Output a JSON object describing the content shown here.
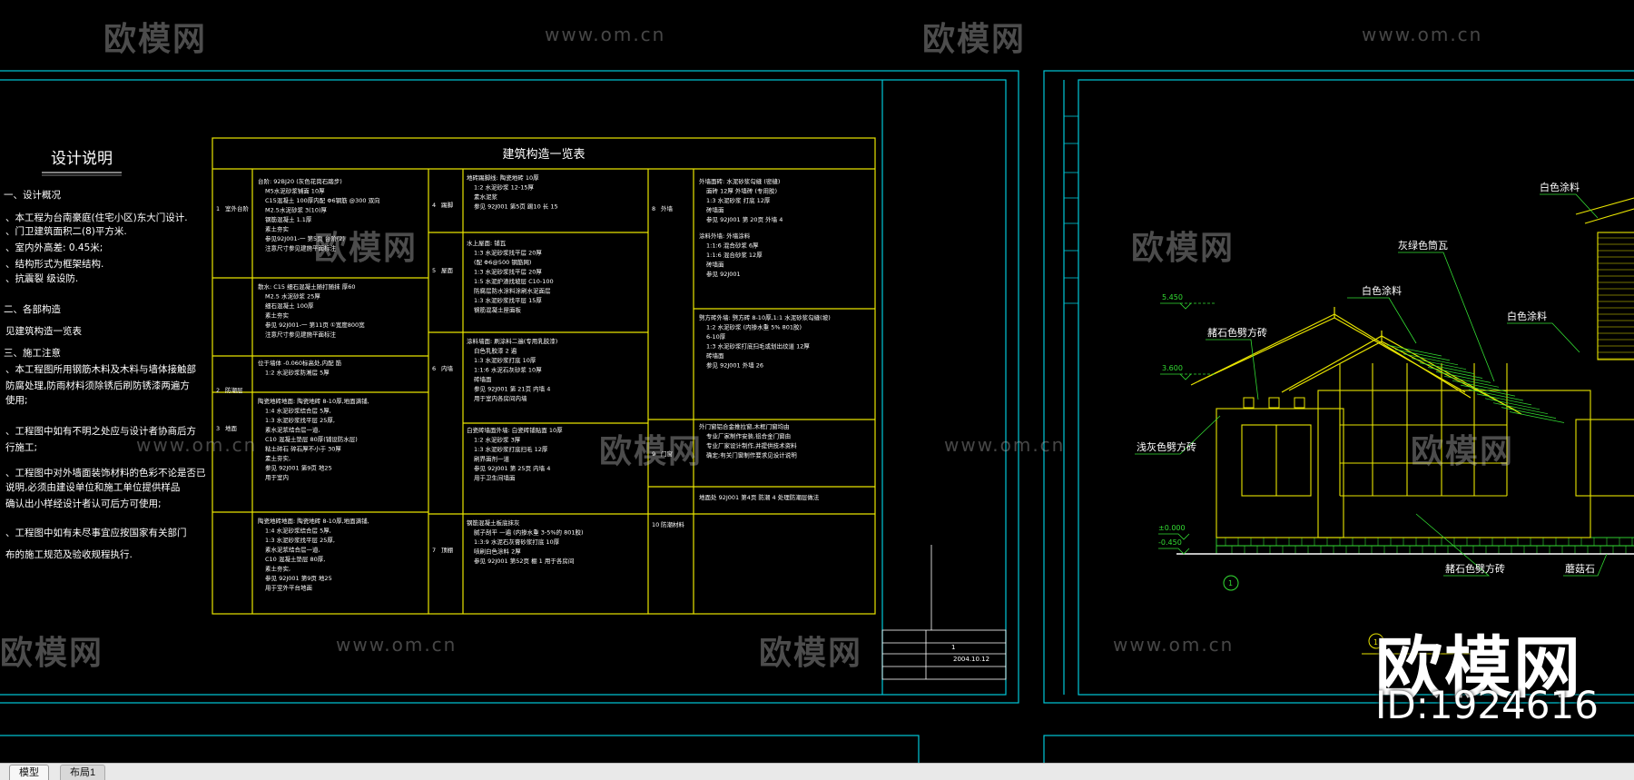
{
  "tabs": [
    {
      "label": "模型",
      "active": true
    },
    {
      "label": "布局1",
      "active": false
    }
  ],
  "watermark": {
    "brand": "欧模网",
    "url": "www.om.cn",
    "id_text": "ID:1924616"
  },
  "design_notes": {
    "title": "设计说明",
    "lines": [
      "一、设计概况",
      "、本工程为台南豪庭(住宅小区)东大门设计.",
      "、门卫建筑面积二(8)平方米.",
      "、室内外高差: 0.45米;",
      "、结构形式为框架结构.",
      "、抗震裂 级设防.",
      "二、各部构造",
      "见建筑构造一览表",
      "三、施工注意",
      "、本工程图所用钢筋木料及木料与墙体接触部",
      "防腐处理,防雨材料须除锈后刷防锈漆两遍方",
      "使用;",
      "、工程图中如有不明之处应与设计者协商后方",
      "行施工;",
      "、工程图中对外墙面装饰材料的色彩不论是否已",
      "说明,必须由建设单位和施工单位提供样品",
      "确认出小样经设计者认可后方可使用;",
      "、工程图中如有未尽事宜应按国家有关部门",
      "布的施工规范及验收规程执行."
    ]
  },
  "construction_table": {
    "title": "建筑构造一览表",
    "sections": [
      {
        "no": "1",
        "name": "室外台阶",
        "items": [
          "台阶: 92BJ20 (灰色花岗石踏步)",
          "M5水泥砂浆铺面 10厚",
          "C15混凝土 100厚内配 Φ6钢筋 @300 双向",
          "M2.5水泥砂浆 3(10)厚",
          "钢筋混凝土 1.1厚",
          "素土夯实",
          "参见92J001-一 第5页 台阶(2)",
          "注意尺寸参见建施平面标注"
        ]
      },
      {
        "no": "",
        "name": "",
        "items": [
          "散水: C15 细石混凝土随打随抹 厚60",
          "M2.5 水泥砂浆 25厚",
          "细石混凝土 100厚",
          "素土夯实",
          "参见 92J001-一 第11页 ①宽度800宽",
          "注意尺寸参见建施平面标注"
        ]
      },
      {
        "no": "2",
        "name": "防潮层",
        "items": [
          "位于墙体 -0.060标高处,内配 筋",
          "1:2 水泥砂浆防潮层 5厚"
        ]
      },
      {
        "no": "3",
        "name": "地面",
        "items": [
          "陶瓷地砖地面: 陶瓷地砖 8-10厚,地面满铺,",
          "1:4 水泥砂浆结合层 5厚,",
          "1:3 水泥砂浆找平层 25厚,",
          "素水泥浆结合层一道,",
          "C10 混凝土垫层 80厚(铺设防水层)",
          "粘土碎石 碎石厚不小于 30厚",
          "素土夯实,",
          "参见 92J001 第9页 地25",
          "用于室内"
        ]
      },
      {
        "no": "",
        "name": "",
        "items": [
          "陶瓷地砖地面: 陶瓷地砖 8-10厚,地面满铺,",
          "1:4 水泥砂浆结合层 5厚,",
          "1:3 水泥砂浆找平层 25厚,",
          "素水泥浆结合层一道,",
          "C10 混凝土垫层 80厚,",
          "素土夯实,",
          "参见 92J001 第9页 地25",
          "用于室外平台地面"
        ]
      },
      {
        "no": "4",
        "name": "踢脚",
        "items": [
          "地砖踢脚线: 陶瓷地砖 10厚",
          "1:2 水泥砂浆 12-15厚",
          "素水泥浆",
          "参见 92J001 第5页 踢10 长 15"
        ]
      },
      {
        "no": "5",
        "name": "屋面",
        "items": [
          "水上屋面: 铺瓦",
          "1:3 水泥砂浆找平层 20厚",
          "(配 Φ6@500 钢筋网)",
          "1:3 水泥砂浆找平层 20厚",
          "1:5 水泥炉渣找坡层 C10-100",
          "防腐层防水涂料涂刷水泥面层",
          "1:3 水泥砂浆找平层 15厚",
          "钢筋混凝土屋面板"
        ]
      },
      {
        "no": "6",
        "name": "内墙",
        "items": [
          "涂料墙面: 刷涂料二遍(专用乳胶漆)",
          "白色乳胶漆 2 遍",
          "1:3 水泥砂浆打底 10厚",
          "1:1:6 水泥石灰砂浆 10厚",
          "砖墙面",
          "参见 92J001 第 21页 内墙 4",
          "用于室内各房间内墙"
        ]
      },
      {
        "no": "",
        "name": "",
        "items": [
          "白瓷砖墙面外墙: 白瓷砖铺贴面 10厚",
          "1:2 水泥砂浆 3厚",
          "1:3 水泥砂浆打底扫毛 12厚",
          "刷界面剂一道",
          "参见 92J001 第 25页 内墙 4",
          "用于卫生间墙面"
        ]
      },
      {
        "no": "7",
        "name": "顶棚",
        "items": [
          "钢筋混凝土板底抹灰",
          "腻子刮平 一遍 (内掺水重 3-5%的 801胶)",
          "1:3:9 水泥石灰膏砂浆打底 10厚",
          "喷刷白色涂料 2厚",
          "参见 92J001 第52页 棚 1 用于各房间"
        ]
      },
      {
        "no": "8",
        "name": "外墙",
        "items": [
          "外墙面砖: 水泥砂浆勾缝 (密缝)",
          "面砖 12厚 外墙砖 (专用胶)",
          "1:3 水泥砂浆 打底 12厚",
          "砖墙面",
          "参见 92J001 第 20页 外墙 4"
        ]
      },
      {
        "no": "",
        "name": "",
        "items": [
          "涂料外墙: 外墙涂料",
          "1:1:6 混合砂浆 6厚",
          "1:1:6 混合砂浆 12厚",
          "砖墙面",
          "参见 92J001"
        ]
      },
      {
        "no": "",
        "name": "",
        "items": [
          "劈方砖外墙: 劈方砖 8-10厚,1:1 水泥砂浆勾缝(坡)",
          "1:2 水泥砂浆 (内掺水重 5% 801胶)",
          "6-10厚",
          "1:3 水泥砂浆打底扫毛或划出纹道 12厚",
          "砖墙面",
          "参见 92J001 外墙 26"
        ]
      },
      {
        "no": "9",
        "name": "门窗",
        "items": [
          "外门窗铝合金推拉窗,木框门窗均由",
          "专业厂家制作安装,铝合金门窗由",
          "专业厂家设计制作,并提供技术资料",
          "确定;有关门窗制作要求见设计说明"
        ]
      },
      {
        "no": "10",
        "name": "防潮材料",
        "items": [
          "地面处 92J001 第4页 防潮 4 处理防潮层做法"
        ]
      }
    ]
  },
  "title_block": {
    "date": "2004.10.12",
    "scale": "1"
  },
  "elevation": {
    "labels": {
      "white_paint_top": "白色涂料",
      "gray_green_tile": "灰绿色筒瓦",
      "white_paint_mid": "白色涂料",
      "white_paint_right": "白色涂料",
      "brick_red": "赭石色劈方砖",
      "light_gray_brick": "浅灰色劈方砖",
      "ochre_brick_bottom": "赭石色劈方砖",
      "grinding_stone": "蘑菇石",
      "level_top": "5.450",
      "level_mid": "3.600",
      "level_zero": "±0.000",
      "level_neg": "-0.450",
      "axis_1": "1",
      "axis_2": "1"
    }
  },
  "colors": {
    "frame_cyan": "#00c8d8",
    "frame_yellow": "#e8e400",
    "line_green": "#33dd33",
    "text_white": "#ffffff",
    "background": "#000000"
  }
}
